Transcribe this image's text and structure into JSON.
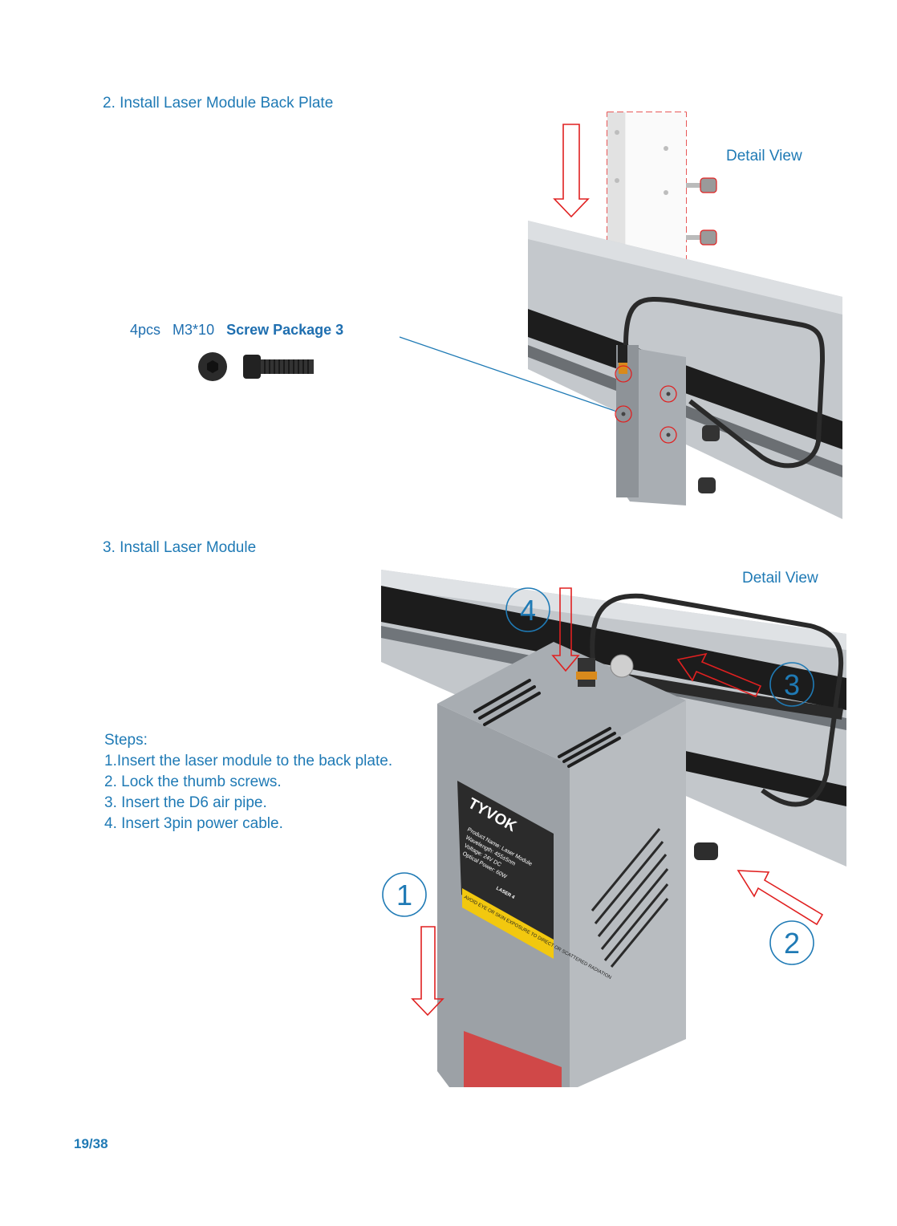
{
  "section2": {
    "title": "2. Install Laser Module Back Plate",
    "detail_view": "Detail View",
    "screw_qty": "4pcs",
    "screw_size": "M3*10",
    "screw_package": "Screw Package 3"
  },
  "section3": {
    "title": "3. Install Laser Module",
    "detail_view": "Detail View",
    "steps_heading": "Steps:",
    "steps": [
      "1.Insert the laser module to the back plate.",
      "2. Lock the thumb screws.",
      "3. Insert the D6 air pipe.",
      "4. Insert 3pin power cable."
    ],
    "callouts": [
      "1",
      "2",
      "3",
      "4"
    ]
  },
  "label": {
    "brand": "TYVOK",
    "lines": [
      "Product Name: Laser Module",
      "Wavelength: 455±5nm",
      "Voltage: 24V DC",
      "Optical Power: 60W"
    ],
    "warning": "AVOID EYE OR SKIN EXPOSURE TO DIRECT OR SCATTERED RADIATION",
    "class": "LASER 4"
  },
  "page": {
    "number": "19/38"
  },
  "colors": {
    "accent": "#1f7ab5",
    "arrow": "#e02020",
    "metal": "#b7bcc2"
  }
}
